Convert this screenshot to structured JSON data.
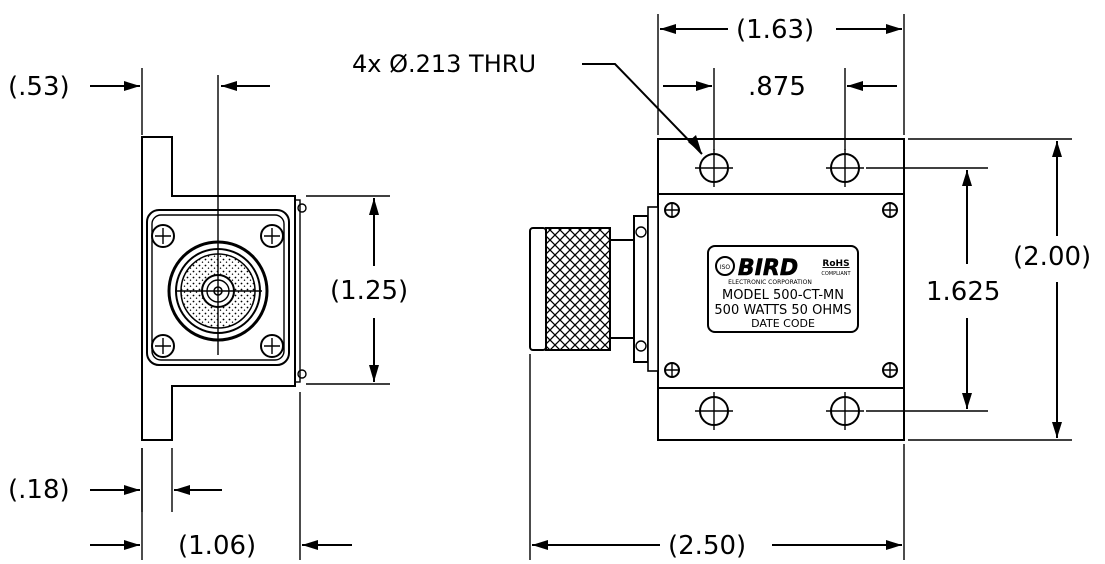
{
  "dimensions": {
    "flange_offset": "(.53)",
    "flange_width": "(1.25)",
    "flange_thickness": "(.18)",
    "side_width": "(1.06)",
    "overall_top": "(1.63)",
    "hole_spacing_h": ".875",
    "hole_spacing_v": "1.625",
    "overall_height": "(2.00)",
    "overall_length": "(2.50)"
  },
  "callout": {
    "holes": "4x Ø.213 THRU"
  },
  "nameplate": {
    "iso_badge": "ISO",
    "brand": "BIRD",
    "company": "ELECTRONIC CORPORATION",
    "rohs": "RoHS",
    "rohs_sub": "COMPLIANT",
    "model": "MODEL 500-CT-MN",
    "rating": "500 WATTS  50 OHMS",
    "date_code": "DATE CODE"
  }
}
